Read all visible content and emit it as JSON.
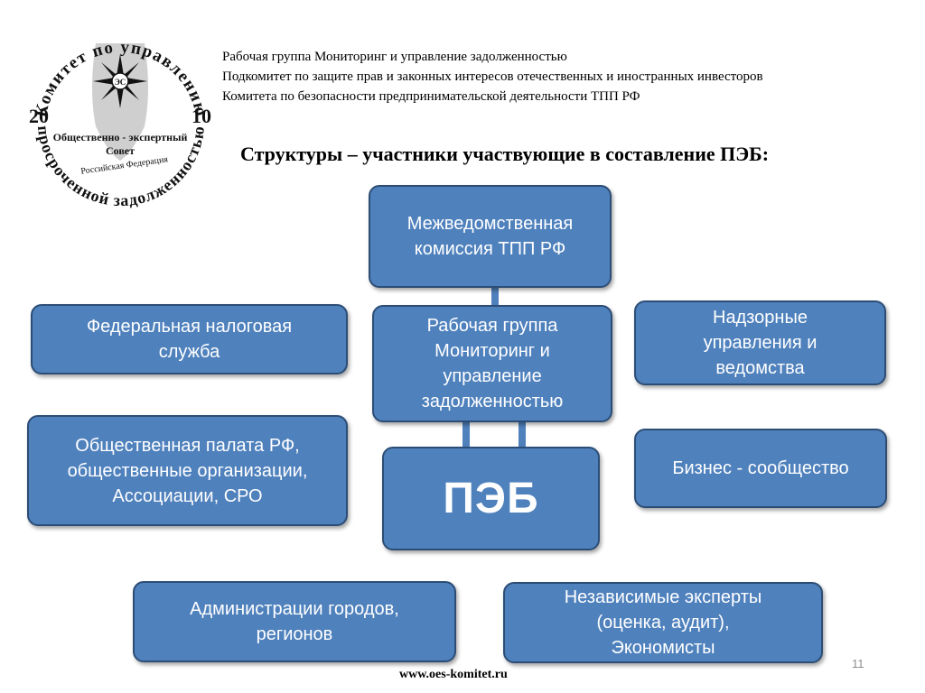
{
  "header": {
    "line1": "Рабочая группа Мониторинг и управление задолженностью",
    "line2": "Подкомитет по защите прав и  законных интересов отечественных и иностранных инвесторов",
    "line3": "Комитета по безопасности предпринимательской деятельности ТПП РФ"
  },
  "logo": {
    "arc_top": "Комитет по управлению",
    "arc_bottom": "просроченной задолженностью",
    "year_left": "20",
    "year_right": "10",
    "center_line1": "Общественно - экспертный",
    "center_line2": "Совет",
    "country": "Российская Федерация",
    "emblem": "ЭС"
  },
  "title": "Структуры – участники участвующие в составление ПЭБ:",
  "boxes": {
    "commission": "Межведомственная\nкомиссия ТПП РФ",
    "working_group": "Рабочая группа\nМониторинг и\nуправление\nзадолженностью",
    "peb": "ПЭБ",
    "tax_service": "Федеральная налоговая\nслужба",
    "public_chamber": "Общественная палата РФ,\nобщественные организации,\nАссоциации, СРО",
    "supervisory": "Надзорные\nуправления и\nведомства",
    "business": "Бизнес - сообщество",
    "administrations": "Администрации городов,\nрегионов",
    "experts": "Независимые эксперты\n(оценка, аудит),\nЭкономисты"
  },
  "colors": {
    "box_fill": "#4f81bd",
    "box_border": "#2c4d75",
    "box_text": "#ffffff"
  },
  "footer": {
    "url": "www.oes-komitet.ru",
    "page_number": "11"
  }
}
